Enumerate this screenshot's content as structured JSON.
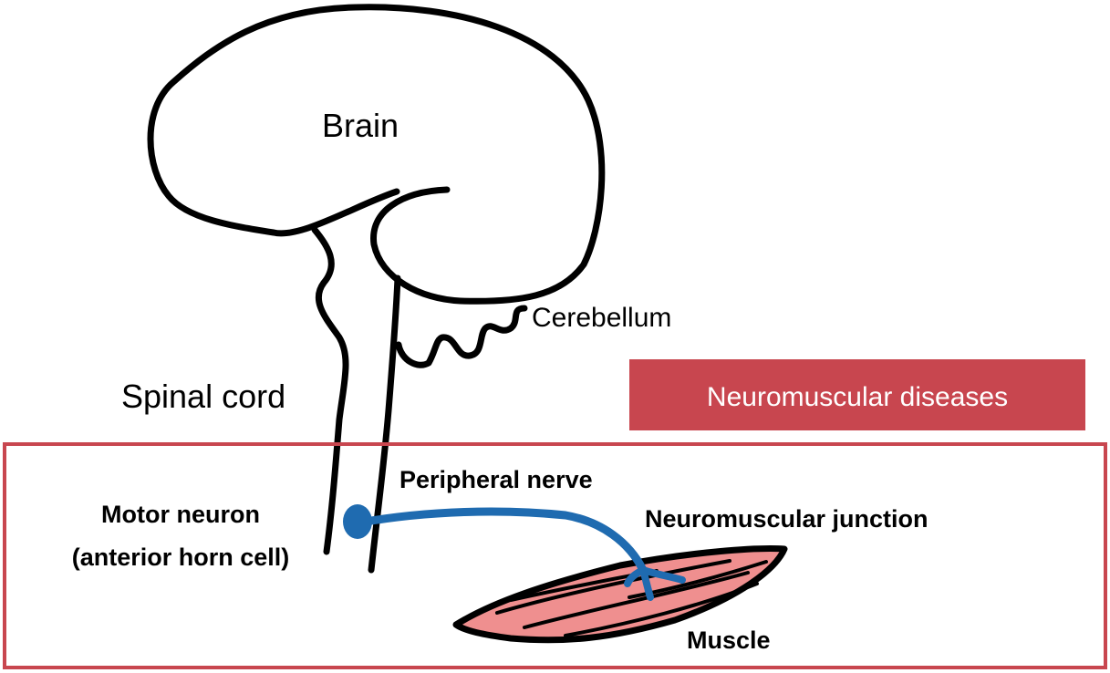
{
  "labels": {
    "brain": "Brain",
    "cerebellum": "Cerebellum",
    "spinal_cord": "Spinal cord",
    "peripheral_nerve": "Peripheral nerve",
    "motor_neuron_line1": "Motor neuron",
    "motor_neuron_line2": "(anterior horn cell)",
    "neuromuscular_junction": "Neuromuscular junction",
    "muscle": "Muscle"
  },
  "banner": {
    "text": "Neuromuscular diseases"
  },
  "colors": {
    "accent": "#c8464f",
    "nerve": "#1f6bb0",
    "muscle_fill": "#ef8f8f",
    "outline": "#000000"
  }
}
